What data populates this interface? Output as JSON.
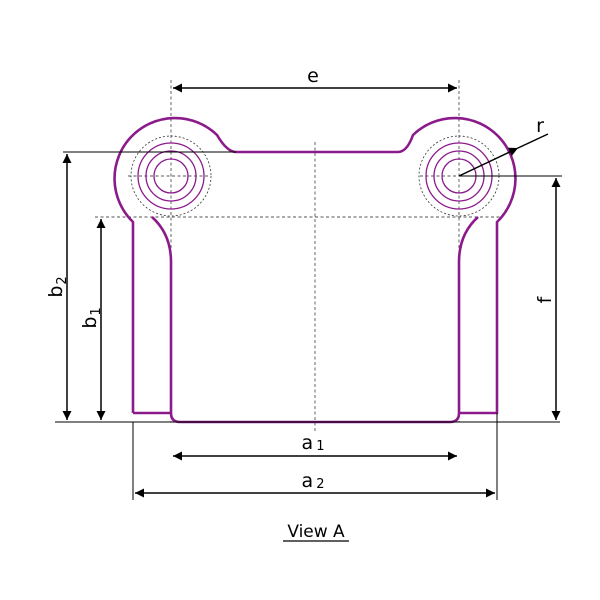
{
  "diagram": {
    "dimensions": {
      "e": "e",
      "r": "r",
      "f": "f",
      "b2_main": "b",
      "b2_sub": "2",
      "b1_main": "b",
      "b1_sub": "1",
      "a1_main": "a",
      "a1_sub": "1",
      "a2_main": "a",
      "a2_sub": "2"
    },
    "caption": "View A",
    "colors": {
      "outline": "#8B1A8B",
      "dimension": "#000000"
    }
  }
}
